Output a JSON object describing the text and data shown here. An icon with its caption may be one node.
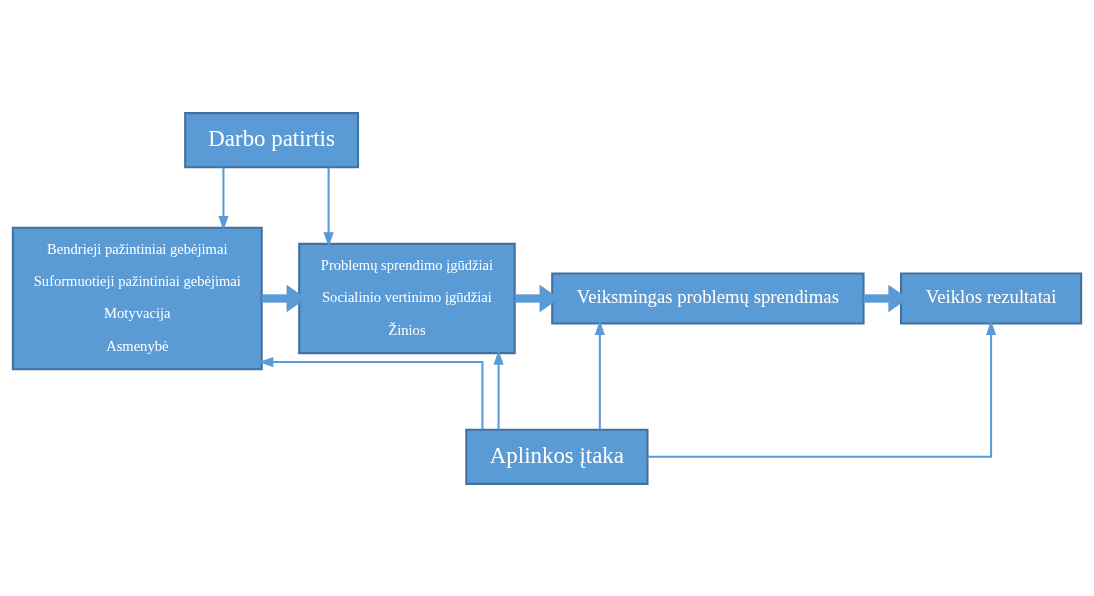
{
  "diagram": {
    "nodes": [
      {
        "text": [
          "Darbo patirtis"
        ]
      },
      {
        "text": [
          "Bendrieji pažintiniai gebėjimai",
          "Suformuotieji pažintiniai gebėjimai",
          "Motyvacija",
          "Asmenybė"
        ]
      },
      {
        "text": [
          "Problemų sprendimo įgūdžiai",
          "Socialinio vertinimo įgūdžiai",
          "Žinios"
        ]
      },
      {
        "text": [
          "Veiksmingas problemų sprendimas"
        ]
      },
      {
        "text": [
          "Veiklos rezultatai"
        ]
      },
      {
        "text": [
          "Aplinkos įtaka"
        ]
      }
    ],
    "edges": [
      {
        "from": 0,
        "to": 1,
        "arrow": "to"
      },
      {
        "from": 0,
        "to": 2,
        "arrow": "to"
      },
      {
        "from": 1,
        "to": 2,
        "arrow": "to",
        "style": "thick"
      },
      {
        "from": 2,
        "to": 3,
        "arrow": "to",
        "style": "thick"
      },
      {
        "from": 3,
        "to": 4,
        "arrow": "to",
        "style": "thick"
      },
      {
        "from": 5,
        "to": 1,
        "arrow": "to"
      },
      {
        "from": 5,
        "to": 2,
        "arrow": "to"
      },
      {
        "from": 5,
        "to": 3,
        "arrow": "to"
      },
      {
        "from": 5,
        "to": 4,
        "arrow": "to"
      }
    ]
  }
}
